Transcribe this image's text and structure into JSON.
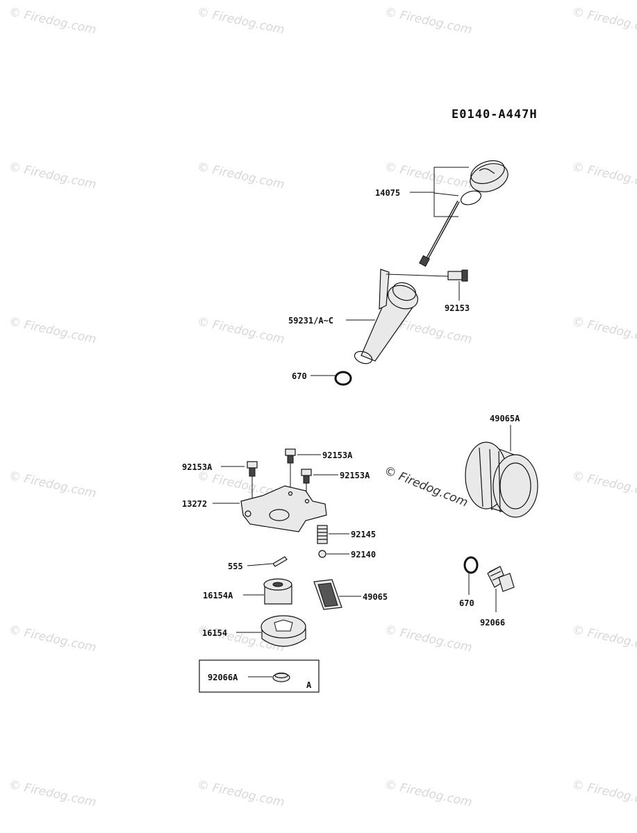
{
  "diagram_code": "E0140-A447H",
  "watermark_text": "© Firedog.com",
  "callouts": {
    "dipstick": "14075",
    "dipstick_bolt": "92153",
    "filler_tube": "59231/A~C",
    "oring_tube": "670",
    "oil_filter": "49065A",
    "bolt_left": "92153A",
    "bolt_top": "92153A",
    "bolt_right": "92153A",
    "pump_cover": "13272",
    "spring": "92145",
    "ball": "92140",
    "pin": "555",
    "inner_rotor": "16154A",
    "screen": "49065",
    "outer_rotor": "16154",
    "oring_plug": "670",
    "drain_plug": "92066",
    "cap_box": "92066A",
    "box_tag": "A"
  }
}
